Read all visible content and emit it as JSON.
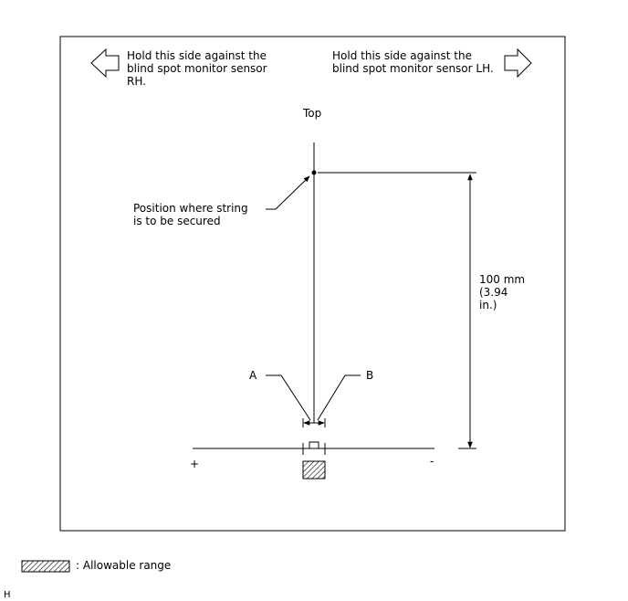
{
  "notes": {
    "left_line1": "Hold this side against the",
    "left_line2": "blind spot monitor sensor",
    "left_line3": "RH.",
    "right_line1": "Hold this side against the",
    "right_line2": "blind spot monitor sensor LH."
  },
  "labels": {
    "top": "Top",
    "string_line1": "Position where string",
    "string_line2": "is to be secured",
    "dim_line1": "100 mm",
    "dim_line2": "(3.94",
    "dim_line3": "in.)",
    "a": "A",
    "b": "B",
    "plus": "+",
    "minus": "-"
  },
  "legend": {
    "allowable": ": Allowable range"
  },
  "footer": {
    "code": "H"
  },
  "icons": {
    "left": "arrow-left-icon",
    "right": "arrow-right-icon"
  }
}
